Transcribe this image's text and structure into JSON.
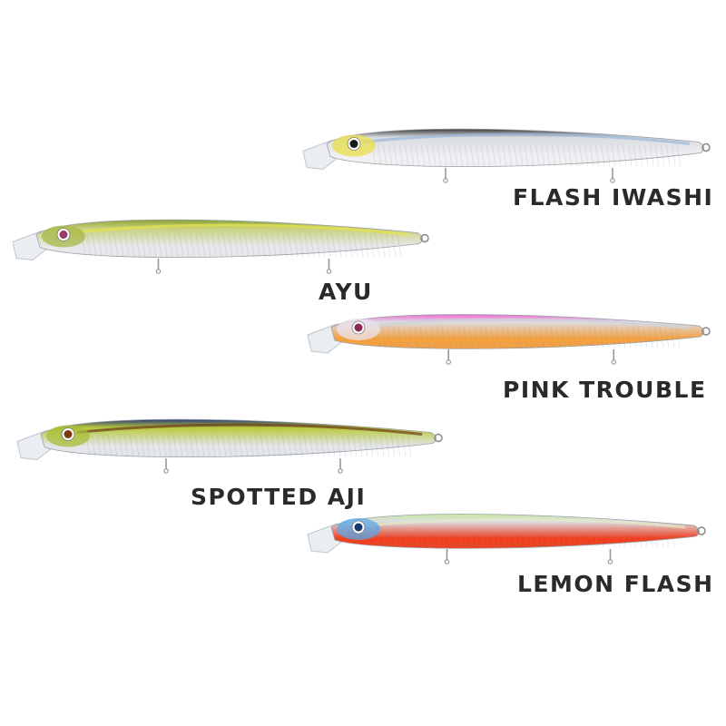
{
  "lures": [
    {
      "id": "flash-iwashi",
      "name": "FLASH IWASHI",
      "colors": {
        "back": "#3a3a3a",
        "mid": "#d8dbe0",
        "belly": "#f0f0f2",
        "head": "#e8e04a",
        "eye": "#1a1a1a",
        "accent": "#9ab8d8"
      }
    },
    {
      "id": "ayu",
      "name": "AYU",
      "colors": {
        "back": "#8aa035",
        "mid": "#c7d07a",
        "belly": "#e8e8ea",
        "head": "#a8b84a",
        "eye": "#9a3a6a",
        "accent": "#e5e34a"
      }
    },
    {
      "id": "pink-trouble",
      "name": "PINK TROUBLE",
      "colors": {
        "back": "#f06ad0",
        "mid": "#dcdce4",
        "belly": "#f4a040",
        "head": "#e9e3ee",
        "eye": "#8a2a5a",
        "accent": "#cfd4da"
      }
    },
    {
      "id": "spotted-aji",
      "name": "SPOTTED AJI",
      "colors": {
        "back": "#2a3a7a",
        "mid": "#b8c83a",
        "belly": "#e4e6ea",
        "head": "#a8be3a",
        "eye": "#7a3a10",
        "accent": "#6a3a1a"
      }
    },
    {
      "id": "lemon-flash",
      "name": "LEMON FLASH",
      "colors": {
        "back": "#c8e8a0",
        "mid": "#dadde2",
        "belly": "#f04020",
        "head": "#5aa8e8",
        "eye": "#1a3a6a",
        "accent": "#e4eac8"
      }
    }
  ]
}
